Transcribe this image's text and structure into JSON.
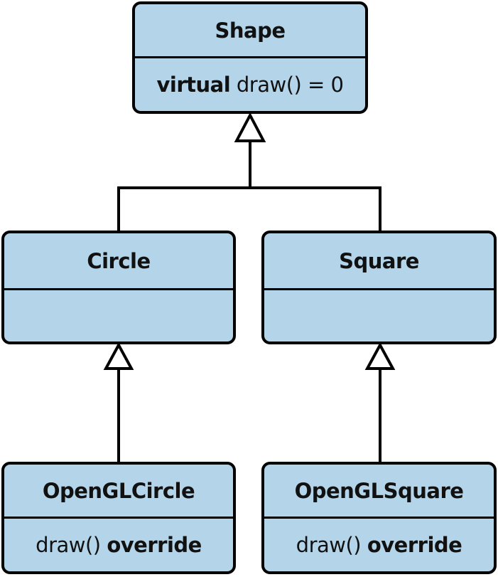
{
  "classes": {
    "shape": {
      "name": "Shape",
      "op_keyword": "virtual",
      "op_text": " draw() = 0"
    },
    "circle": {
      "name": "Circle"
    },
    "square": {
      "name": "Square"
    },
    "opengl_circle": {
      "name": "OpenGLCircle",
      "op_text": "draw() ",
      "op_keyword": "override"
    },
    "opengl_square": {
      "name": "OpenGLSquare",
      "op_text": "draw() ",
      "op_keyword": "override"
    }
  },
  "colors": {
    "box_fill": "#b3d4e9",
    "stroke": "#000000"
  }
}
